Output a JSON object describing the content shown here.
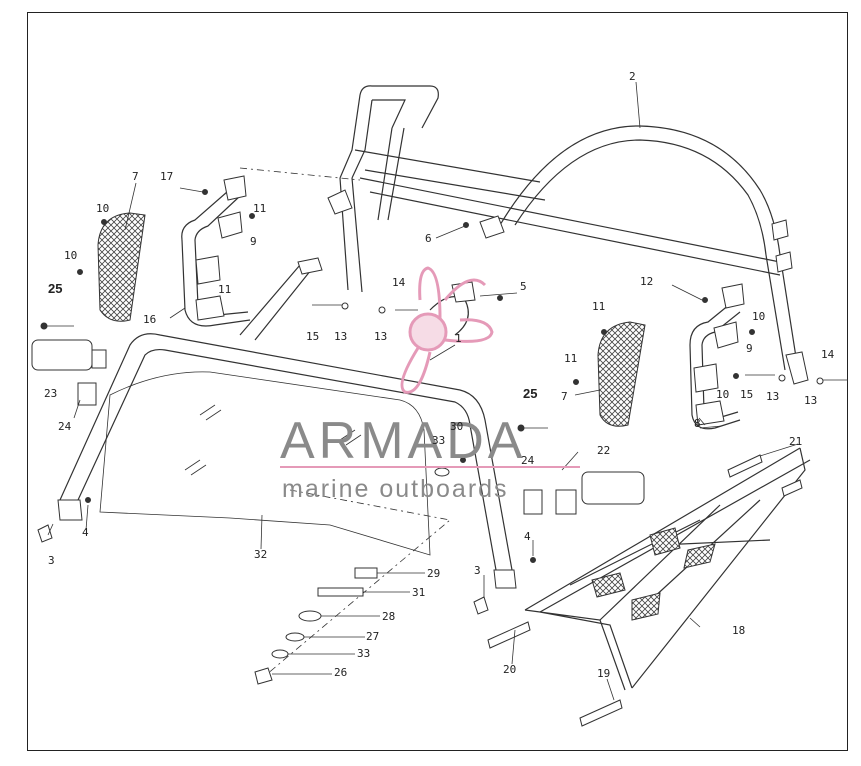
{
  "watermark": {
    "title": "ARMADA",
    "subtitle": "marine outboards",
    "accent_color": "#e59ab8",
    "text_color": "#8a8a8a"
  },
  "callouts": [
    {
      "id": "c1",
      "text": "1"
    },
    {
      "id": "c2",
      "text": "2"
    },
    {
      "id": "c3a",
      "text": "3"
    },
    {
      "id": "c3b",
      "text": "3"
    },
    {
      "id": "c4a",
      "text": "4"
    },
    {
      "id": "c4b",
      "text": "4"
    },
    {
      "id": "c5",
      "text": "5"
    },
    {
      "id": "c6",
      "text": "6"
    },
    {
      "id": "c7a",
      "text": "7"
    },
    {
      "id": "c7b",
      "text": "7"
    },
    {
      "id": "c8",
      "text": "8"
    },
    {
      "id": "c9a",
      "text": "9"
    },
    {
      "id": "c9b",
      "text": "9"
    },
    {
      "id": "c10a",
      "text": "10"
    },
    {
      "id": "c10b",
      "text": "10"
    },
    {
      "id": "c10c",
      "text": "10"
    },
    {
      "id": "c10d",
      "text": "10"
    },
    {
      "id": "c11a",
      "text": "11"
    },
    {
      "id": "c11b",
      "text": "11"
    },
    {
      "id": "c11c",
      "text": "11"
    },
    {
      "id": "c11d",
      "text": "11"
    },
    {
      "id": "c12",
      "text": "12"
    },
    {
      "id": "c13a",
      "text": "13"
    },
    {
      "id": "c13b",
      "text": "13"
    },
    {
      "id": "c13c",
      "text": "13"
    },
    {
      "id": "c13d",
      "text": "13"
    },
    {
      "id": "c14a",
      "text": "14"
    },
    {
      "id": "c14b",
      "text": "14"
    },
    {
      "id": "c15a",
      "text": "15"
    },
    {
      "id": "c15b",
      "text": "15"
    },
    {
      "id": "c16",
      "text": "16"
    },
    {
      "id": "c17",
      "text": "17"
    },
    {
      "id": "c18",
      "text": "18"
    },
    {
      "id": "c19",
      "text": "19"
    },
    {
      "id": "c20",
      "text": "20"
    },
    {
      "id": "c21",
      "text": "21"
    },
    {
      "id": "c22",
      "text": "22"
    },
    {
      "id": "c23",
      "text": "23"
    },
    {
      "id": "c24a",
      "text": "24"
    },
    {
      "id": "c24b",
      "text": "24"
    },
    {
      "id": "c25a",
      "text": "25"
    },
    {
      "id": "c25b",
      "text": "25"
    },
    {
      "id": "c26",
      "text": "26"
    },
    {
      "id": "c27",
      "text": "27"
    },
    {
      "id": "c28",
      "text": "28"
    },
    {
      "id": "c29",
      "text": "29"
    },
    {
      "id": "c30",
      "text": "30"
    },
    {
      "id": "c31",
      "text": "31"
    },
    {
      "id": "c32",
      "text": "32"
    },
    {
      "id": "c33a",
      "text": "33"
    },
    {
      "id": "c33b",
      "text": "33"
    }
  ]
}
